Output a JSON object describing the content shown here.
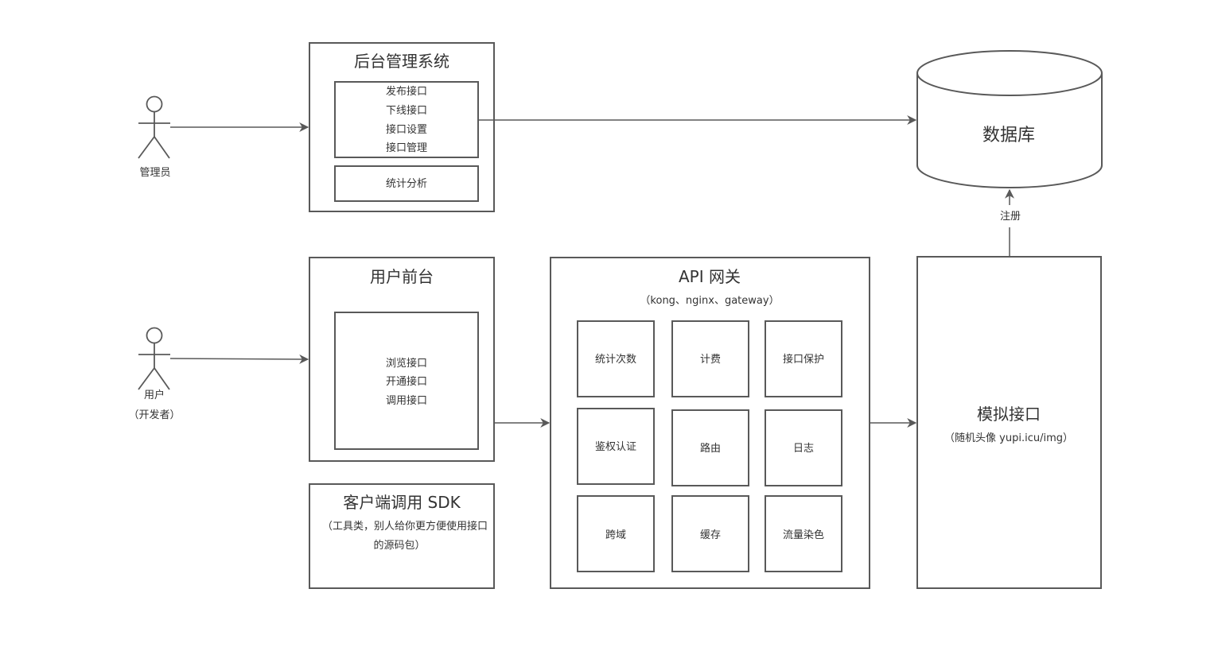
{
  "actors": {
    "admin": "管理员",
    "user_line1": "用户",
    "user_line2": "（开发者）"
  },
  "admin_system": {
    "title": "后台管理系统",
    "items": [
      "发布接口",
      "下线接口",
      "接口设置",
      "接口管理"
    ],
    "stats": "统计分析"
  },
  "user_front": {
    "title": "用户前台",
    "items": [
      "浏览接口",
      "开通接口",
      "调用接口"
    ]
  },
  "sdk": {
    "title": "客户端调用 SDK",
    "desc_line1": "（工具类，别人给你更方便使用接口",
    "desc_line2": "的源码包）"
  },
  "gateway": {
    "title": "API 网关",
    "subtitle": "（kong、nginx、gateway）",
    "cells": [
      "统计次数",
      "计费",
      "接口保护",
      "鉴权认证",
      "路由",
      "日志",
      "跨域",
      "缓存",
      "流量染色"
    ]
  },
  "mock_api": {
    "title": "模拟接口",
    "subtitle": "（随机头像 yupi.icu/img）"
  },
  "database": {
    "label": "数据库"
  },
  "edges": {
    "register": "注册"
  },
  "colors": {
    "stroke": "#595959",
    "text": "#333333",
    "background": "#ffffff"
  }
}
